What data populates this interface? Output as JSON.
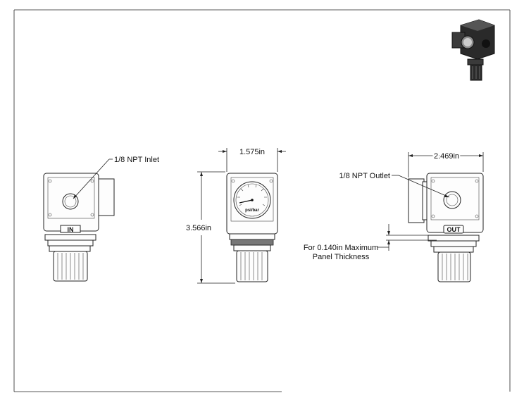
{
  "labels": {
    "inlet": "1/8 NPT Inlet",
    "outlet": "1/8 NPT Outlet",
    "width_front": "1.575in",
    "width_side": "2.469in",
    "height": "3.566in",
    "panel_line1": "For 0.140in Maximum",
    "panel_line2": "Panel Thickness",
    "in_tag": "IN",
    "out_tag": "OUT",
    "gauge_units": "psi/bar"
  },
  "colors": {
    "line": "#222222",
    "fill": "#fdfdfd",
    "iso_body": "#2a2a2a"
  }
}
